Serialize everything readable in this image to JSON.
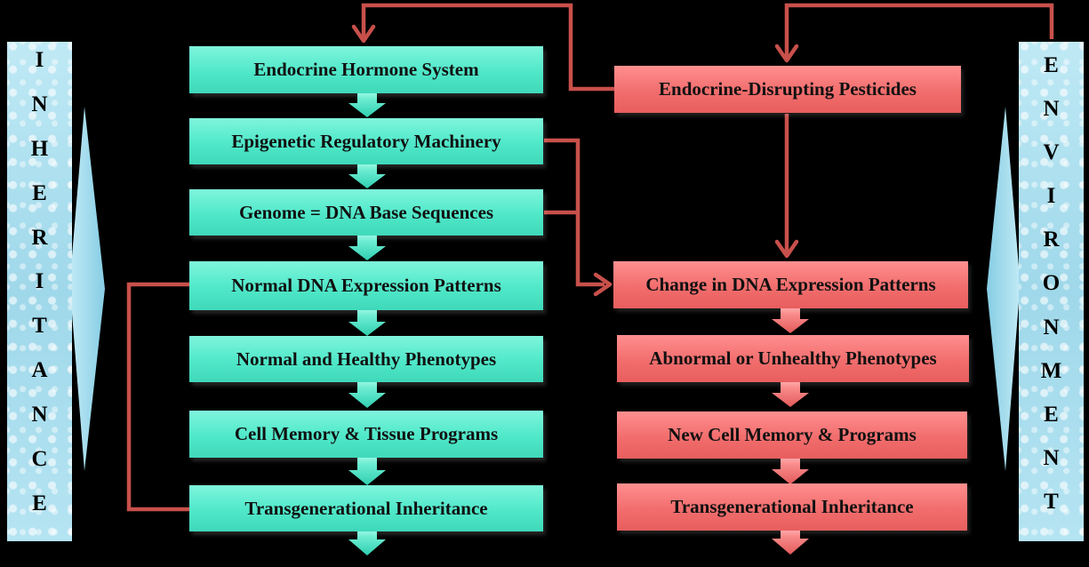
{
  "left_banner": {
    "letters": [
      "I",
      "N",
      "H",
      "E",
      "R",
      "I",
      "T",
      "A",
      "N",
      "C",
      "E"
    ]
  },
  "right_banner": {
    "letters": [
      "E",
      "N",
      "V",
      "I",
      "R",
      "O",
      "N",
      "M",
      "E",
      "N",
      "T"
    ]
  },
  "normal_column": [
    "Endocrine Hormone System",
    "Epigenetic Regulatory Machinery",
    "Genome = DNA Base Sequences",
    "Normal DNA Expression Patterns",
    "Normal and Healthy Phenotypes",
    "Cell Memory & Tissue Programs",
    "Transgenerational Inheritance"
  ],
  "disrupted_column": [
    "Endocrine-Disrupting Pesticides",
    "Change in DNA Expression Patterns",
    "Abnormal or Unhealthy Phenotypes",
    "New Cell Memory & Programs",
    "Transgenerational Inheritance"
  ],
  "colors": {
    "green_box": "#4fe8c9",
    "red_box": "#f26d6d",
    "connector": "#c8504b",
    "banner": "#a8dcec",
    "background": "#000000"
  }
}
